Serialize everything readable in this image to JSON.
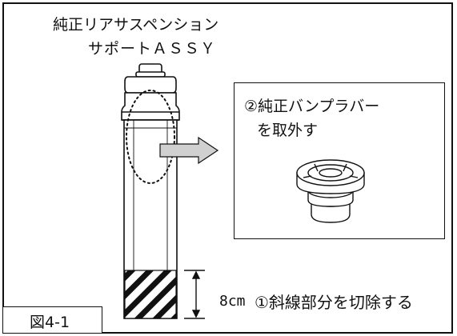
{
  "title": {
    "line1": "純正リアサスペンション",
    "line2": "サポートＡＳＳＹ"
  },
  "callout": {
    "line1": "②純正バンプラバー",
    "line2": "を取外す"
  },
  "dimension_label": "8cm",
  "cut_instruction": "①斜線部分を切除する",
  "figure_label": "図4-1",
  "colors": {
    "line": "#111111",
    "arrow_fill": "#d0d0d0",
    "part_fill": "#ffffff"
  }
}
